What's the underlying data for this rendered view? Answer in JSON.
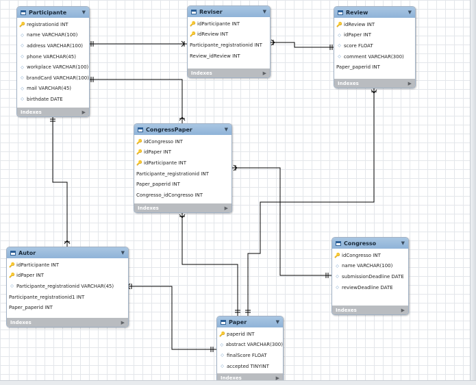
{
  "tables": [
    {
      "id": "participante",
      "name": "Participante",
      "index_label": "Indexes",
      "columns": [
        {
          "name": "registrationid INT",
          "kind": "pk"
        },
        {
          "name": "name VARCHAR(100)",
          "kind": "attr"
        },
        {
          "name": "address VARCHAR(100)",
          "kind": "attr"
        },
        {
          "name": "phone VARCHAR(45)",
          "kind": "attr"
        },
        {
          "name": "workplace VARCHAR(100)",
          "kind": "attr"
        },
        {
          "name": "brandCard VARCHAR(100)",
          "kind": "attr"
        },
        {
          "name": "mail VARCHAR(45)",
          "kind": "attr"
        },
        {
          "name": "birthdate DATE",
          "kind": "attr"
        }
      ]
    },
    {
      "id": "reviser",
      "name": "Reviser",
      "index_label": "Indexes",
      "columns": [
        {
          "name": "idParticipante INT",
          "kind": "pk"
        },
        {
          "name": "idReview INT",
          "kind": "pk"
        },
        {
          "name": "Participante_registrationid INT",
          "kind": "none"
        },
        {
          "name": "Review_idReview INT",
          "kind": "none"
        }
      ]
    },
    {
      "id": "review",
      "name": "Review",
      "index_label": "Indexes",
      "columns": [
        {
          "name": "idReview INT",
          "kind": "pk"
        },
        {
          "name": "idPaper INT",
          "kind": "attr"
        },
        {
          "name": "score FLOAT",
          "kind": "attr"
        },
        {
          "name": "comment VARCHAR(300)",
          "kind": "attr"
        },
        {
          "name": "Paper_paperid INT",
          "kind": "none"
        }
      ]
    },
    {
      "id": "congresspaper",
      "name": "CongressPaper",
      "index_label": "Indexes",
      "columns": [
        {
          "name": "idCongresso INT",
          "kind": "pk"
        },
        {
          "name": "idPaper INT",
          "kind": "pk"
        },
        {
          "name": "idParticipante INT",
          "kind": "pk"
        },
        {
          "name": "Participante_registrationid INT",
          "kind": "none"
        },
        {
          "name": "Paper_paperid INT",
          "kind": "none"
        },
        {
          "name": "Congresso_idCongresso INT",
          "kind": "none"
        }
      ]
    },
    {
      "id": "autor",
      "name": "Autor",
      "index_label": "Indexes",
      "columns": [
        {
          "name": "idParticipante INT",
          "kind": "pk"
        },
        {
          "name": "idPaper INT",
          "kind": "pk"
        },
        {
          "name": "Participante_registrationid VARCHAR(45)",
          "kind": "attr"
        },
        {
          "name": "Participante_registrationid1 INT",
          "kind": "none"
        },
        {
          "name": "Paper_paperid INT",
          "kind": "none"
        }
      ]
    },
    {
      "id": "congresso",
      "name": "Congresso",
      "index_label": "Indexes",
      "columns": [
        {
          "name": "idCongresso INT",
          "kind": "pk"
        },
        {
          "name": "name VARCHAR(100)",
          "kind": "attr"
        },
        {
          "name": "submissionDeadline DATE",
          "kind": "attr"
        },
        {
          "name": "reviewDeadline DATE",
          "kind": "attr"
        }
      ]
    },
    {
      "id": "paper",
      "name": "Paper",
      "index_label": "Indexes",
      "columns": [
        {
          "name": "paperid INT",
          "kind": "pk"
        },
        {
          "name": "abstract VARCHAR(300)",
          "kind": "attr"
        },
        {
          "name": "finalScore FLOAT",
          "kind": "attr"
        },
        {
          "name": "accepted TINYINT",
          "kind": "attr"
        }
      ]
    }
  ],
  "icons": {
    "pk": "key-icon",
    "attr": "diamond-icon",
    "header": "table-icon",
    "collapse": "triangle-down-icon",
    "expand": "triangle-right-icon"
  },
  "colors": {
    "header": "#8fb3d8",
    "footer": "#b9bcc0",
    "line": "#000000",
    "pk": "#e3b81a"
  }
}
